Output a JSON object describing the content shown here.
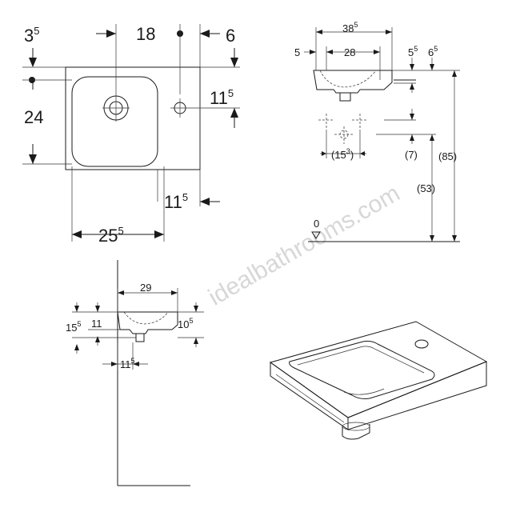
{
  "watermark": "idealbathrooms.com",
  "top_view": {
    "dim_3_5": {
      "main": "3",
      "sup": "5"
    },
    "dim_18": "18",
    "dim_6": "6",
    "dim_24": "24",
    "dim_11_5_right": {
      "main": "11",
      "sup": "5"
    },
    "dim_11_5_bottom": {
      "main": "11",
      "sup": "5"
    },
    "dim_25_5": {
      "main": "25",
      "sup": "5"
    }
  },
  "front_view": {
    "dim_38_5": {
      "main": "38",
      "sup": "5"
    },
    "dim_5": "5",
    "dim_28": "28",
    "dim_5_5": {
      "main": "5",
      "sup": "5"
    },
    "dim_6_5": {
      "main": "6",
      "sup": "5"
    },
    "dim_15_3": {
      "main": "(15",
      "sup": "3",
      "tail": ")"
    },
    "dim_7": "(7)",
    "dim_85": "(85)",
    "dim_53": "(53)",
    "floor_level": "0"
  },
  "side_view": {
    "dim_29": "29",
    "dim_15_5": {
      "main": "15",
      "sup": "5"
    },
    "dim_11": "11",
    "dim_10_5": {
      "main": "10",
      "sup": "5"
    },
    "dim_11_5": {
      "main": "11",
      "sup": "5"
    }
  }
}
